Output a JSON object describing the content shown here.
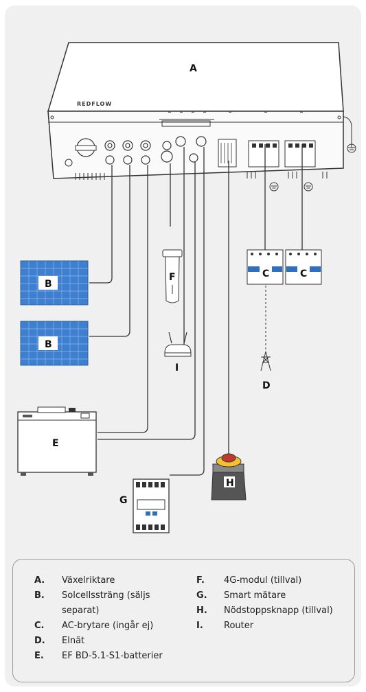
{
  "labels": {
    "A": "A",
    "B1": "B",
    "B2": "B",
    "C1": "C",
    "C2": "C",
    "D": "D",
    "E": "E",
    "F": "F",
    "G": "G",
    "H": "H",
    "I": "I"
  },
  "brand_text": "REDFLOW",
  "legend": {
    "left": [
      {
        "letter": "A.",
        "text": "Växelriktare"
      },
      {
        "letter": "B.",
        "text": "Solcellssträng (säljs",
        "text2": "separat)"
      },
      {
        "letter": "C.",
        "text": "AC-brytare (ingår ej)"
      },
      {
        "letter": "D.",
        "text": "Elnät"
      },
      {
        "letter": "E.",
        "text": "EF BD-5.1-S1-batterier"
      }
    ],
    "right": [
      {
        "letter": "F.",
        "text": "4G-modul (tillval)"
      },
      {
        "letter": "G.",
        "text": "Smart mätare"
      },
      {
        "letter": "H.",
        "text": "Nödstoppsknapp (tillval)"
      },
      {
        "letter": "I.",
        "text": "Router"
      }
    ]
  },
  "colors": {
    "panel_bg": "#f0f0f0",
    "line": "#333333",
    "solar_blue": "#3f7fd0",
    "breaker_blue": "#2f6fc0",
    "estop_red": "#c0392b",
    "estop_yellow": "#f2c230"
  }
}
